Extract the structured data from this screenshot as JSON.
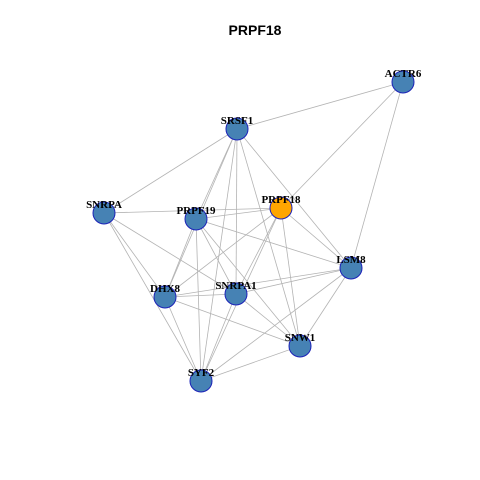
{
  "title": "PRPF18",
  "colors": {
    "node_fill": "#4682B4",
    "highlight_fill": "#FFA500",
    "node_stroke": "#1C22B8",
    "edge": "#B3B3B3"
  },
  "network": {
    "nodes": [
      {
        "id": "ACTR6",
        "label": "ACTR6",
        "highlight": false
      },
      {
        "id": "SRSF1",
        "label": "SRSF1",
        "highlight": false
      },
      {
        "id": "SNRPA",
        "label": "SNRPA",
        "highlight": false
      },
      {
        "id": "PRPF19",
        "label": "PRPF19",
        "highlight": false
      },
      {
        "id": "PRPF18",
        "label": "PRPF18",
        "highlight": true
      },
      {
        "id": "LSM8",
        "label": "LSM8",
        "highlight": false
      },
      {
        "id": "DHX8",
        "label": "DHX8",
        "highlight": false
      },
      {
        "id": "SNRPA1",
        "label": "SNRPA1",
        "highlight": false
      },
      {
        "id": "SNW1",
        "label": "SNW1",
        "highlight": false
      },
      {
        "id": "SYF2",
        "label": "SYF2",
        "highlight": false
      }
    ],
    "edges": [
      [
        "ACTR6",
        "SRSF1"
      ],
      [
        "ACTR6",
        "PRPF18"
      ],
      [
        "ACTR6",
        "LSM8"
      ],
      [
        "SRSF1",
        "SNRPA"
      ],
      [
        "SRSF1",
        "PRPF19"
      ],
      [
        "SRSF1",
        "DHX8"
      ],
      [
        "SRSF1",
        "SNRPA1"
      ],
      [
        "SRSF1",
        "SYF2"
      ],
      [
        "SRSF1",
        "SNW1"
      ],
      [
        "SRSF1",
        "LSM8"
      ],
      [
        "SNRPA",
        "PRPF18"
      ],
      [
        "SNRPA",
        "DHX8"
      ],
      [
        "SNRPA",
        "SNRPA1"
      ],
      [
        "SNRPA",
        "SYF2"
      ],
      [
        "PRPF19",
        "PRPF18"
      ],
      [
        "PRPF19",
        "DHX8"
      ],
      [
        "PRPF19",
        "SNRPA1"
      ],
      [
        "PRPF19",
        "SNW1"
      ],
      [
        "PRPF19",
        "SYF2"
      ],
      [
        "PRPF19",
        "LSM8"
      ],
      [
        "PRPF18",
        "DHX8"
      ],
      [
        "PRPF18",
        "SNRPA1"
      ],
      [
        "PRPF18",
        "SNW1"
      ],
      [
        "PRPF18",
        "SYF2"
      ],
      [
        "PRPF18",
        "LSM8"
      ],
      [
        "DHX8",
        "SNRPA1"
      ],
      [
        "DHX8",
        "SYF2"
      ],
      [
        "DHX8",
        "LSM8"
      ],
      [
        "DHX8",
        "SNW1"
      ],
      [
        "SNRPA1",
        "SNW1"
      ],
      [
        "SNRPA1",
        "SYF2"
      ],
      [
        "SNRPA1",
        "LSM8"
      ],
      [
        "SNW1",
        "LSM8"
      ],
      [
        "SNW1",
        "SYF2"
      ],
      [
        "SYF2",
        "LSM8"
      ]
    ]
  }
}
